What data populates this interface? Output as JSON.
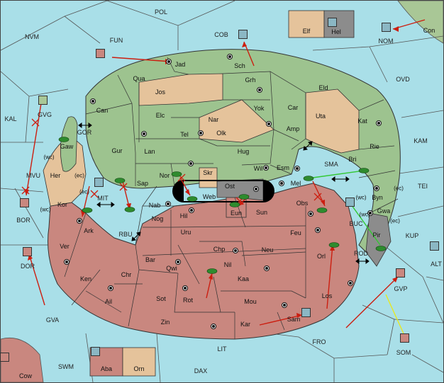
{
  "board": {
    "colors": {
      "sea": "#a9dfe8",
      "green_power": "#9dc38f",
      "red_power": "#c9877f",
      "neutral": "#e5c39b",
      "grey": "#8c8c8c",
      "land_outer": "#a9c796",
      "fleet_red": "#c9877f",
      "fleet_blue": "#8bb7c4",
      "army_green": "#2e8b2e",
      "move_arrow": "#cc1e10",
      "support_green": "#32c832",
      "support_yellow": "#e8e820"
    },
    "territories": {
      "POL": "POL",
      "FUN": "FUN",
      "COB": "COB",
      "NVM": "NVM",
      "NOM": "NOM",
      "Con": "Con",
      "Elf": "Elf",
      "Hel": "Hel",
      "Jad": "Jad",
      "Sch": "Sch",
      "OVD": "OVD",
      "Qua": "Qua",
      "Grh": "Grh",
      "Jos": "Jos",
      "Eld": "Eld",
      "Can": "Can",
      "KAL": "KAL",
      "GVG": "GVG",
      "Car": "Car",
      "Yok": "Yok",
      "Uta": "Uta",
      "Elc": "Elc",
      "Nar": "Nar",
      "Kat": "Kat",
      "Amp": "Amp",
      "Tel": "Tel",
      "Olk": "Olk",
      "GOR": "GOR",
      "KAM": "KAM",
      "Gaw": "Gaw",
      "Rie": "Rie",
      "Gur": "Gur",
      "Lan": "Lan",
      "Hug": "Hug",
      "Bri": "Bri",
      "Esm": "Esm",
      "SMA": "SMA",
      "Wil": "Wil",
      "MVU": "MVU",
      "Her": "Her",
      "Nor": "Nor",
      "Skr": "Skr",
      "Sap": "Sap",
      "Web": "Web",
      "Ost": "Ost",
      "Mel": "Mel",
      "TEI": "TEI",
      "Byn": "Byn",
      "MIT": "MIT",
      "Kor": "Kor",
      "BOR": "BOR",
      "Nab": "Nab",
      "Eun": "Eun",
      "Obs": "Obs",
      "Gwa": "Gwa",
      "Sun": "Sun",
      "BUC": "BUC",
      "Hil": "Hil",
      "Nog": "Nog",
      "Ark": "Ark",
      "RBU": "RBU",
      "Uru": "Uru",
      "Feu": "Feu",
      "Pir": "Pir",
      "KUP": "KUP",
      "Ver": "Ver",
      "Chp": "Chp",
      "Neu": "Neu",
      "Orl": "Orl",
      "ROD": "ROD",
      "ALT": "ALT",
      "Bar": "Bar",
      "Qwi": "Qwi",
      "Nil": "Nil",
      "DOR": "DOR",
      "Ken": "Ken",
      "Chr": "Chr",
      "Kaa": "Kaa",
      "GVP": "GVP",
      "Ail": "Ail",
      "Sot": "Sot",
      "Rot": "Rot",
      "Mou": "Mou",
      "Los": "Los",
      "GVA": "GVA",
      "Zin": "Zin",
      "Kar": "Kar",
      "Sam": "Sam",
      "FRO": "FRO",
      "SOM": "SOM",
      "LIT": "LIT",
      "Aba": "Aba",
      "Orn": "Orn",
      "SWM": "SWM",
      "DAX": "DAX",
      "Cow": "Cow"
    },
    "coast_labels": {
      "wc": "(wc)",
      "ec": "(ec)"
    },
    "unit_types": {
      "army": "army",
      "fleet": "fleet"
    },
    "markers": {
      "failed": "failed-move-cross",
      "convoy_path": "double-arrow"
    }
  }
}
